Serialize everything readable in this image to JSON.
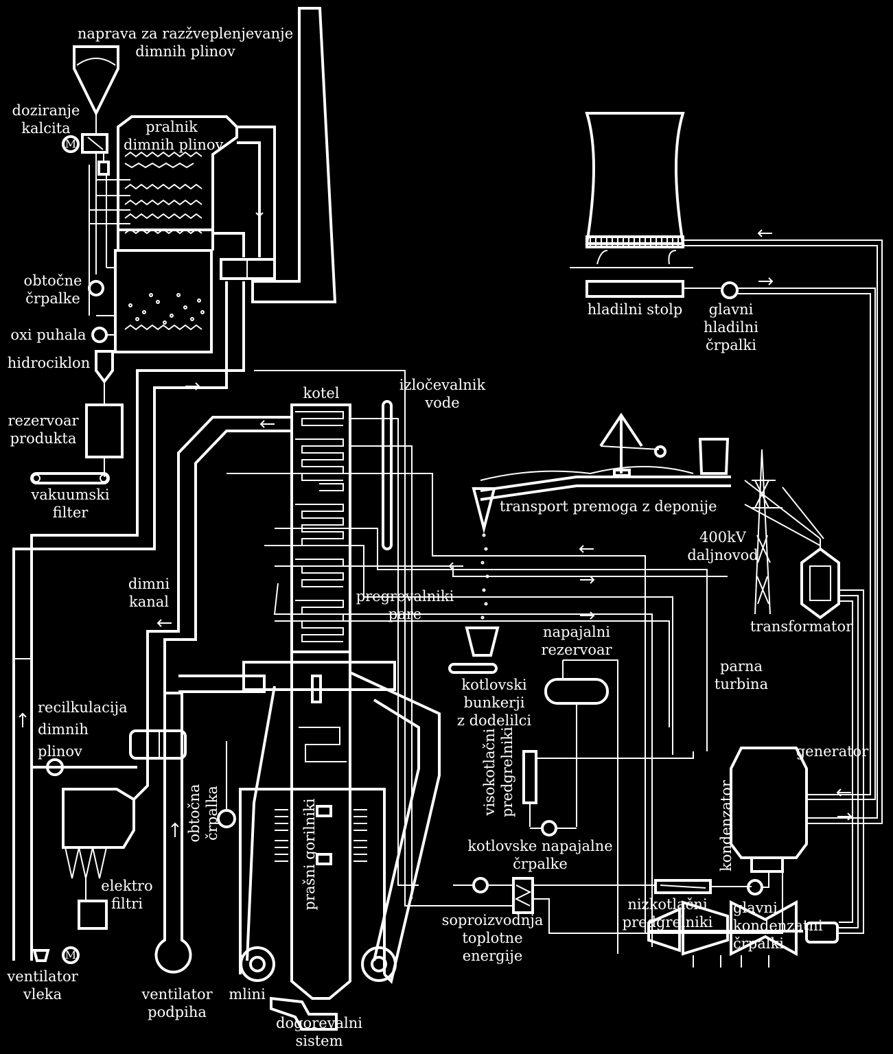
{
  "labels": {
    "desulfurization": [
      "naprava za razžveplenjevanje",
      "dimnih plinov"
    ],
    "calcite_dosing": [
      "doziranje",
      "kalcita"
    ],
    "scrubber": [
      "pralnik",
      "dimnih plinov"
    ],
    "circ_pumps": [
      "obtočne",
      "črpalke"
    ],
    "oxi_blowers": "oxi puhala",
    "hydrocyclone": "hidrociklon",
    "product_tank": [
      "rezervoar",
      "produkta"
    ],
    "vacuum_filter": [
      "vakuumski",
      "filter"
    ],
    "cooling_tower": "hladilni stolp",
    "main_cooling_pumps": [
      "glavni",
      "hladilni",
      "črpalki"
    ],
    "boiler": "kotel",
    "water_separator": [
      "izločevalnik",
      "vode"
    ],
    "coal_transport": "transport premoga z deponije",
    "power_line": [
      "400kV",
      "daljnovod"
    ],
    "transformer": "transformator",
    "flue_duct": [
      "dimni",
      "kanal"
    ],
    "superheaters": [
      "pregrevalniki",
      "pare"
    ],
    "feed_tank": [
      "napajalni",
      "rezervoar"
    ],
    "steam_turbine": [
      "parna",
      "turbina"
    ],
    "boiler_bunkers": [
      "kotlovski",
      "bunkerji",
      "z dodelilci"
    ],
    "recirculation": [
      "recilkulacija",
      "dimnih",
      "plinov"
    ],
    "generator": "generator",
    "hp_preheaters": [
      "visokotlačni",
      "predgrelniki"
    ],
    "circ_pump": [
      "obtočna",
      "črpalka"
    ],
    "dust_burners": "prašni gorilniki",
    "condenser": "kondenzator",
    "feed_pumps": [
      "kotlovske napajalne",
      "črpalke"
    ],
    "electrofilters": [
      "elektro",
      "filtri"
    ],
    "cogeneration": [
      "soproizvodnja",
      "toplotne",
      "energije"
    ],
    "lp_preheaters": [
      "nizkotlačni",
      "predgrelniki"
    ],
    "main_condensate_pumps": [
      "glavni",
      "kondenzatni",
      "črpalki"
    ],
    "draft_fan": [
      "ventilator",
      "vleka"
    ],
    "forced_fan": [
      "ventilator",
      "podpiha"
    ],
    "mills": "mlini",
    "afterburning": [
      "dogorevalni",
      "sistem"
    ],
    "motor_symbol": "M"
  },
  "colors": {
    "background": "#000000",
    "foreground": "#ffffff"
  }
}
